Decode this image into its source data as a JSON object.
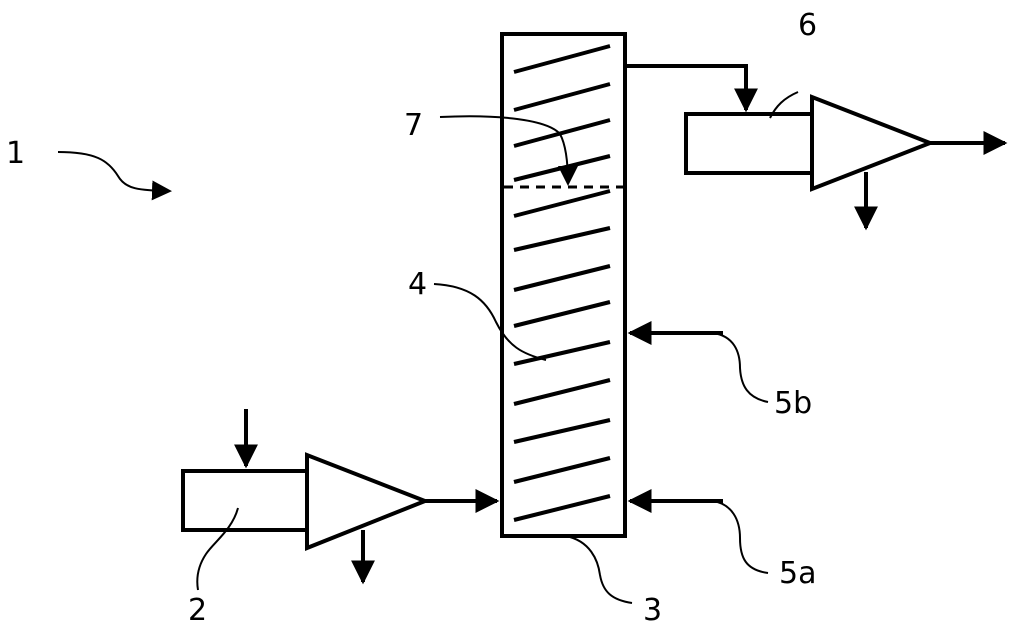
{
  "labels": {
    "system": "1",
    "feed_unit": "2",
    "column": "3",
    "packing": "4",
    "inlet_lower": "5a",
    "inlet_upper": "5b",
    "overhead_unit": "6",
    "boundary": "7"
  }
}
